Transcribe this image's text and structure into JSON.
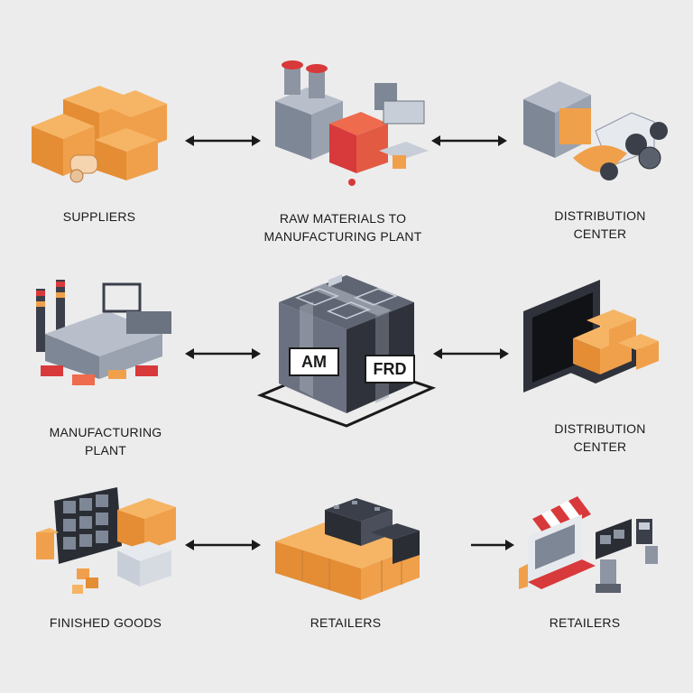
{
  "nodes": {
    "suppliers": {
      "lines": [
        "SUPPLIERS"
      ]
    },
    "raw_materials": {
      "lines": [
        "RAW MATERIALS TO",
        "MANUFACTURING PLANT"
      ]
    },
    "distribution_center_1": {
      "lines": [
        "DISTRIBUTION",
        "CENTER"
      ]
    },
    "manufacturing_plant": {
      "lines": [
        "MANUFACTURING",
        "PLANT"
      ]
    },
    "hub": {
      "left_text": "AM",
      "right_text": "FRD"
    },
    "distribution_center_2": {
      "lines": [
        "DISTRIBUTION",
        "CENTER"
      ]
    },
    "finished_goods": {
      "lines": [
        "FINISHED GOODS"
      ]
    },
    "retailers_1": {
      "lines": [
        "RETAILERS"
      ]
    },
    "retailers_2": {
      "lines": [
        "RETAILERS"
      ]
    }
  },
  "colors": {
    "background": "#ececed",
    "box_orange": "#f0a04b",
    "box_dark": "#3b3f4a",
    "steel_gray": "#8d95a3",
    "accent_red": "#d8393a",
    "arrow": "#1a1a1a"
  },
  "arrows": [
    {
      "from": "suppliers",
      "to": "raw_materials",
      "style": "bidirectional"
    },
    {
      "from": "raw_materials",
      "to": "distribution_center_1",
      "style": "bidirectional"
    },
    {
      "from": "manufacturing_plant",
      "to": "hub",
      "style": "bidirectional"
    },
    {
      "from": "hub",
      "to": "distribution_center_2",
      "style": "bidirectional"
    },
    {
      "from": "finished_goods",
      "to": "retailers_1",
      "style": "bidirectional"
    },
    {
      "from": "retailers_1",
      "to": "retailers_2",
      "style": "forward"
    }
  ]
}
